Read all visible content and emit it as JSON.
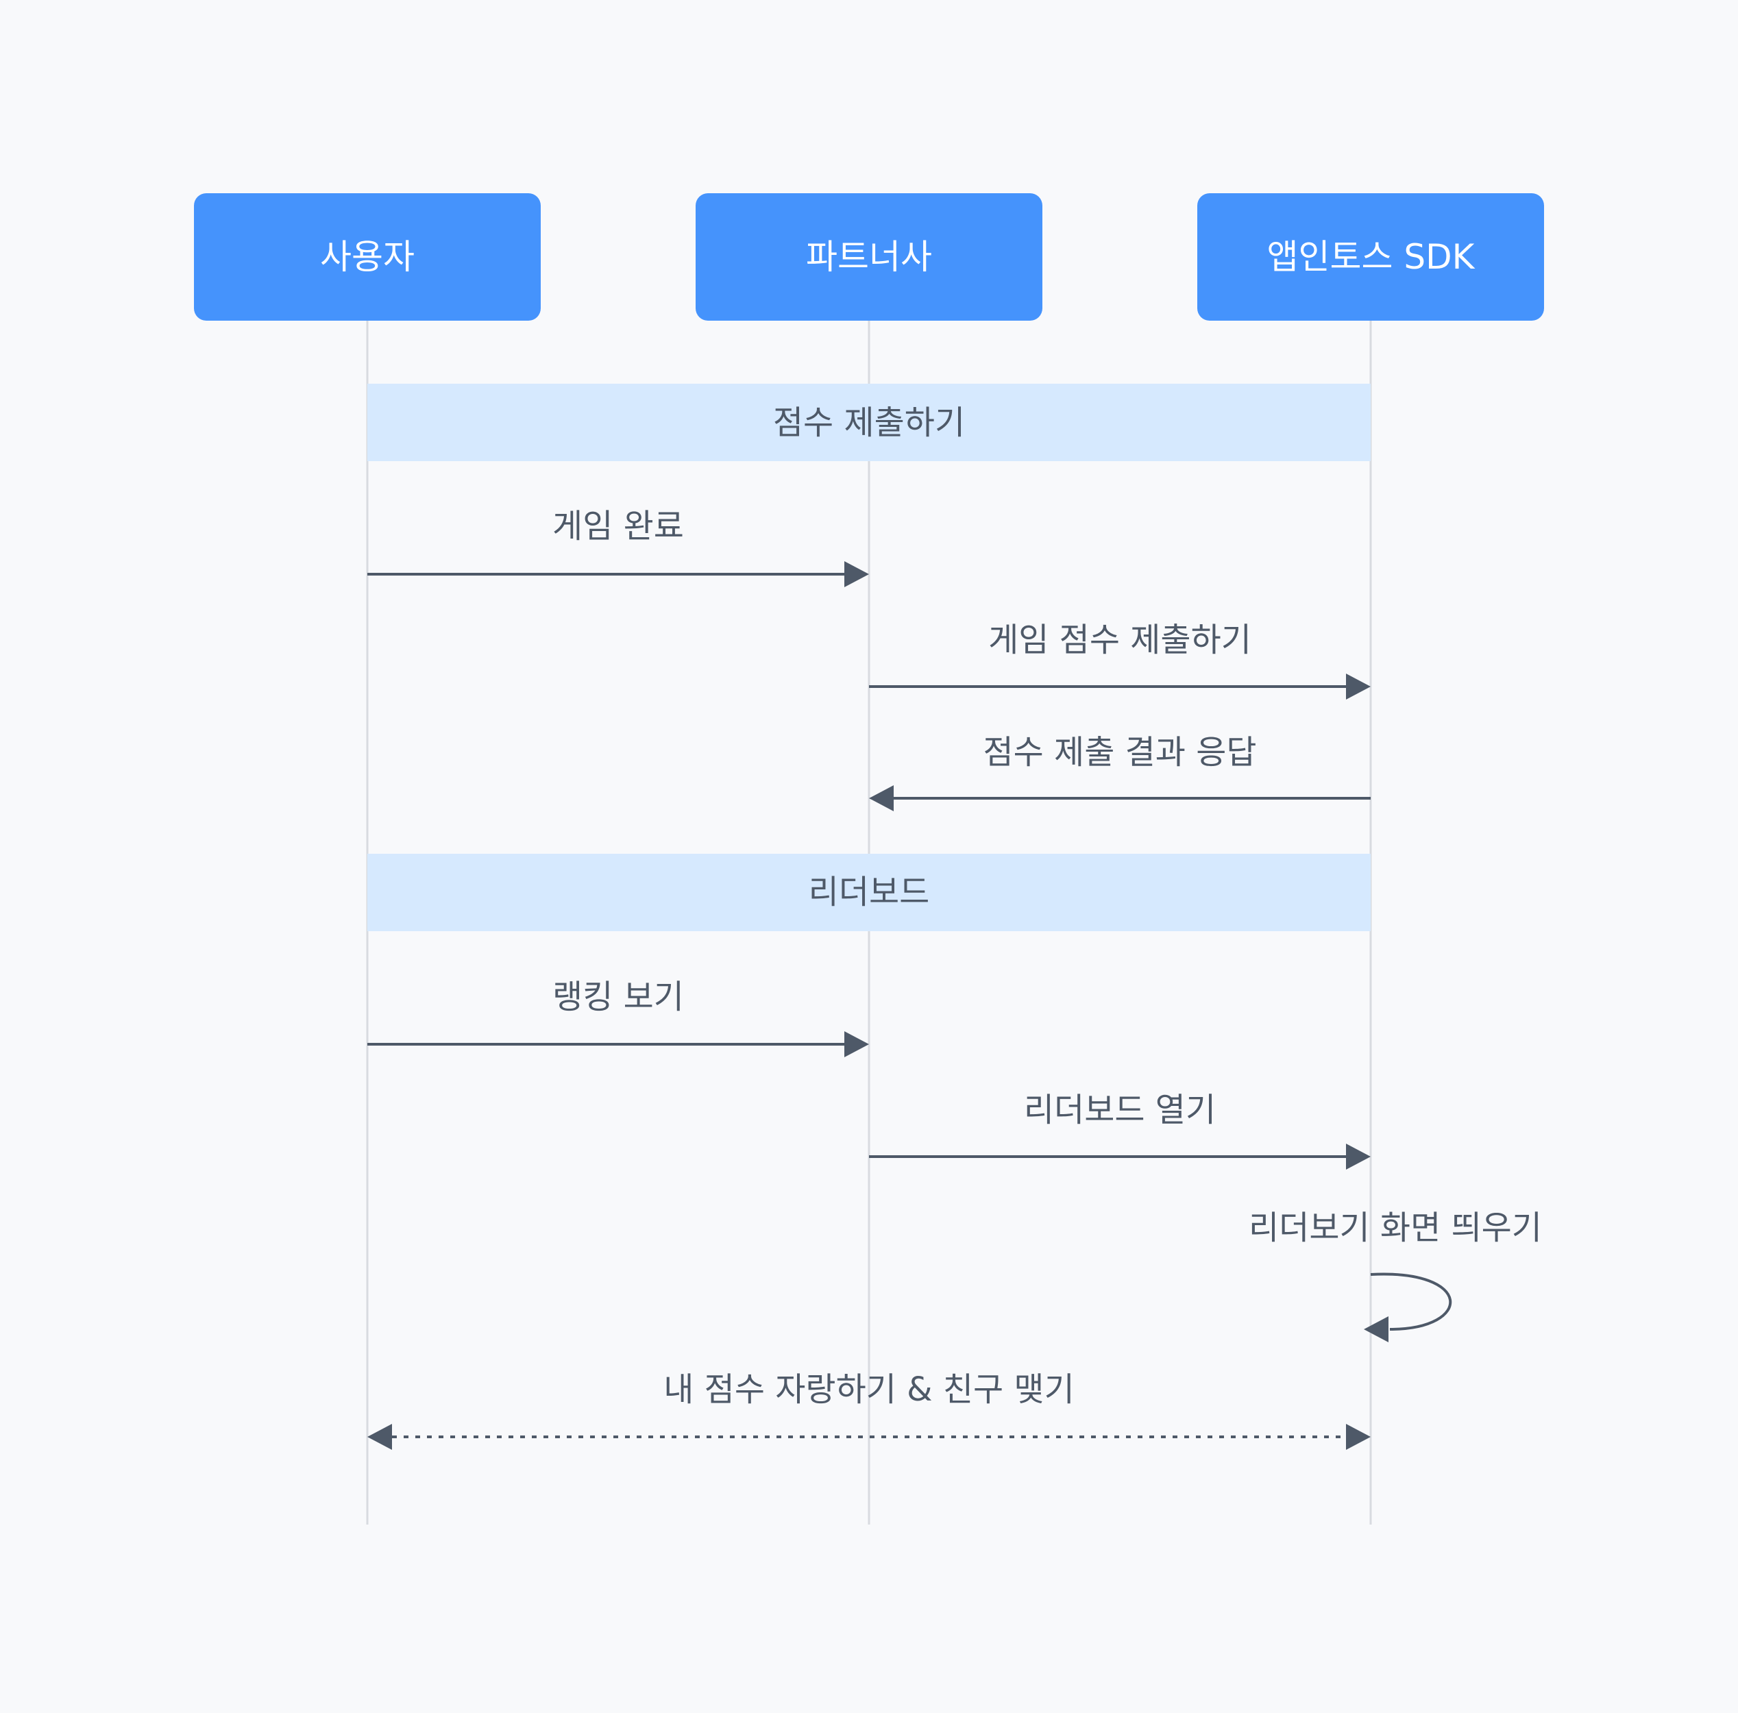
{
  "colors": {
    "background": "#f8f9fb",
    "actor_fill": "#4593fc",
    "actor_text": "#ffffff",
    "lifeline": "#d8dbe0",
    "band_fill": "#d6e9fe",
    "arrow": "#4e5968",
    "label_text": "#4e5968"
  },
  "actors": [
    {
      "label": "사용자"
    },
    {
      "label": "파트너사"
    },
    {
      "label": "앱인토스 SDK"
    }
  ],
  "sections": [
    {
      "label": "점수 제출하기"
    },
    {
      "label": "리더보드"
    }
  ],
  "messages": [
    {
      "label": "게임 완료",
      "from": 0,
      "to": 1,
      "style": "solid"
    },
    {
      "label": "게임 점수 제출하기",
      "from": 1,
      "to": 2,
      "style": "solid"
    },
    {
      "label": "점수 제출 결과 응답",
      "from": 2,
      "to": 1,
      "style": "solid"
    },
    {
      "label": "랭킹 보기",
      "from": 0,
      "to": 1,
      "style": "solid"
    },
    {
      "label": "리더보드 열기",
      "from": 1,
      "to": 2,
      "style": "solid"
    },
    {
      "label": "리더보기 화면 띄우기",
      "from": 2,
      "to": 2,
      "style": "self"
    },
    {
      "label": "내 점수 자랑하기 & 친구 맺기",
      "from": 0,
      "to": 2,
      "style": "dashed-both"
    }
  ]
}
